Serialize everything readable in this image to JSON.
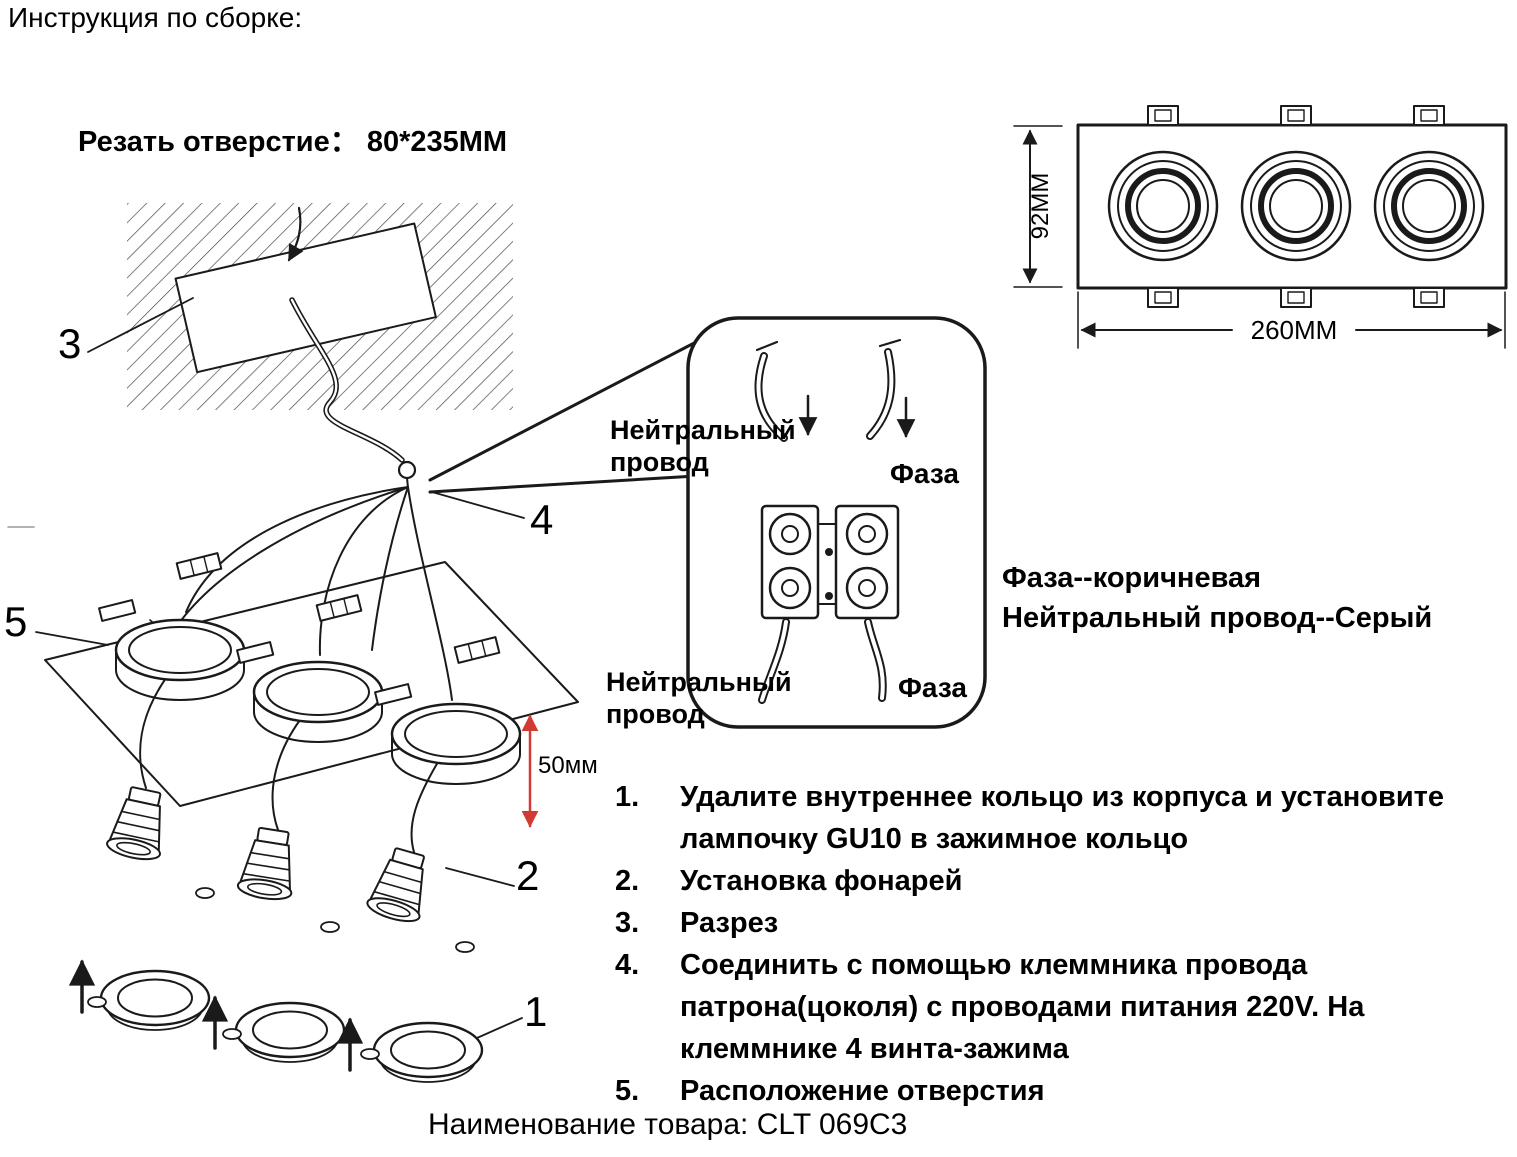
{
  "header": {
    "title": "Инструкция по сборке:"
  },
  "cut_hole": {
    "label": "Резать отверстие： 80*235MM"
  },
  "callout_numbers": {
    "n1": "1",
    "n2": "2",
    "n3": "3",
    "n4": "4",
    "n5": "5"
  },
  "dimensions": {
    "height_label": "92MM",
    "width_label": "260MM",
    "offset_label": "50мм"
  },
  "wiring_labels": {
    "neutral_top": "Нейтральный провод",
    "phase_top": "Фаза",
    "neutral_bottom": "Нейтральный провод",
    "phase_bottom": "Фаза",
    "legend_phase": "Фаза--коричневая",
    "legend_neutral": "Нейтральный провод--Серый"
  },
  "steps": [
    {
      "num": "1.",
      "text": "Удалите внутреннее кольцо из корпуса и установите лампочку GU10 в зажимное кольцо"
    },
    {
      "num": "2.",
      "text": "Установка фонарей"
    },
    {
      "num": "3.",
      "text": "Разрез"
    },
    {
      "num": "4.",
      "text": "Соединить с помощью клеммника провода патрона(цоколя) с проводами питания 220V. На клеммнике 4 винта-зажима"
    },
    {
      "num": "5.",
      "text": "Расположение отверстия"
    }
  ],
  "footer": {
    "product_name": "Наименование товара: CLT 069C3"
  },
  "colors": {
    "line": "#1a1a1a",
    "dimension_red": "#d23a34"
  }
}
